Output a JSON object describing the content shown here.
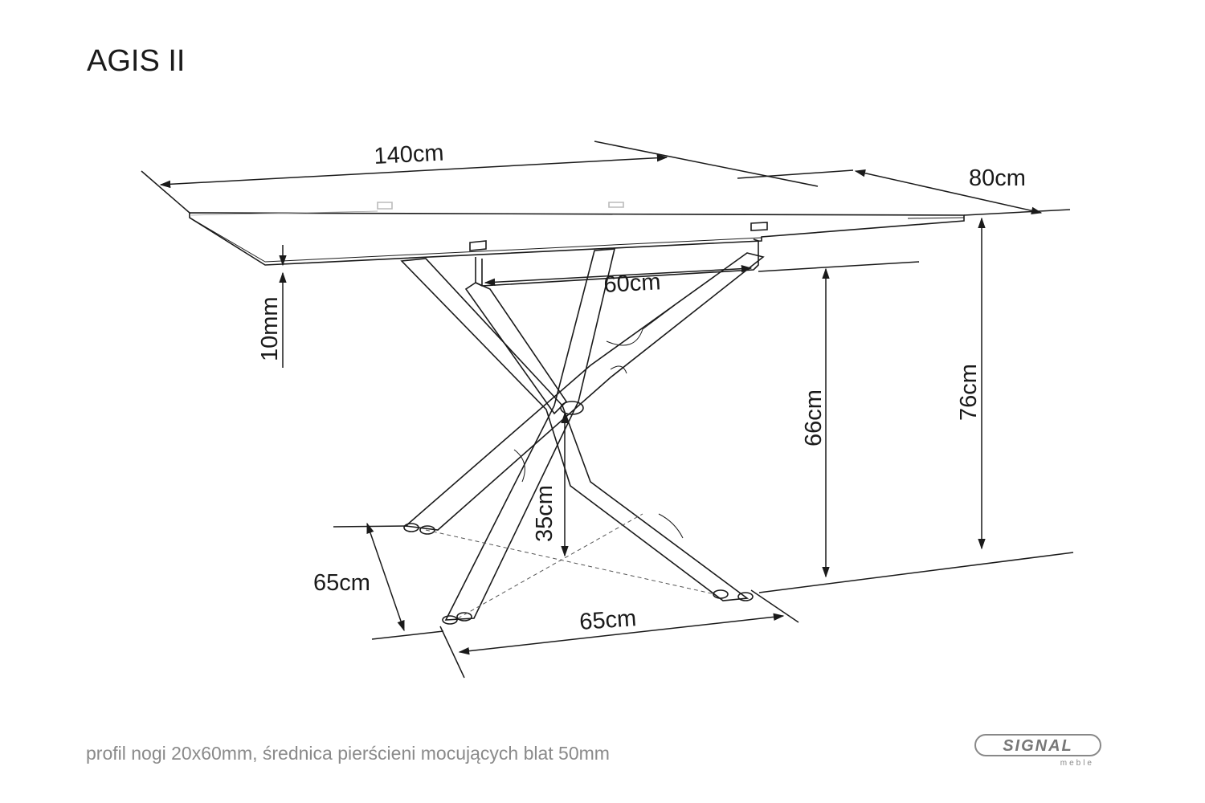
{
  "product": {
    "name": "AGIS II"
  },
  "dimensions": {
    "length": "140cm",
    "depth": "80cm",
    "top_thickness": "10mm",
    "frame_span": "60cm",
    "leg_height": "66cm",
    "total_height": "76cm",
    "cross_height": "35cm",
    "base_depth": "65cm",
    "base_width": "65cm"
  },
  "footer": {
    "note": "profil nogi 20x60mm, średnica pierścieni mocujących blat 50mm"
  },
  "brand": {
    "name": "SIGNAL",
    "sub": "meble",
    "color": "#7a7a7a"
  },
  "colors": {
    "line": "#1a1a1a",
    "footer_text": "#8a8a8a"
  }
}
